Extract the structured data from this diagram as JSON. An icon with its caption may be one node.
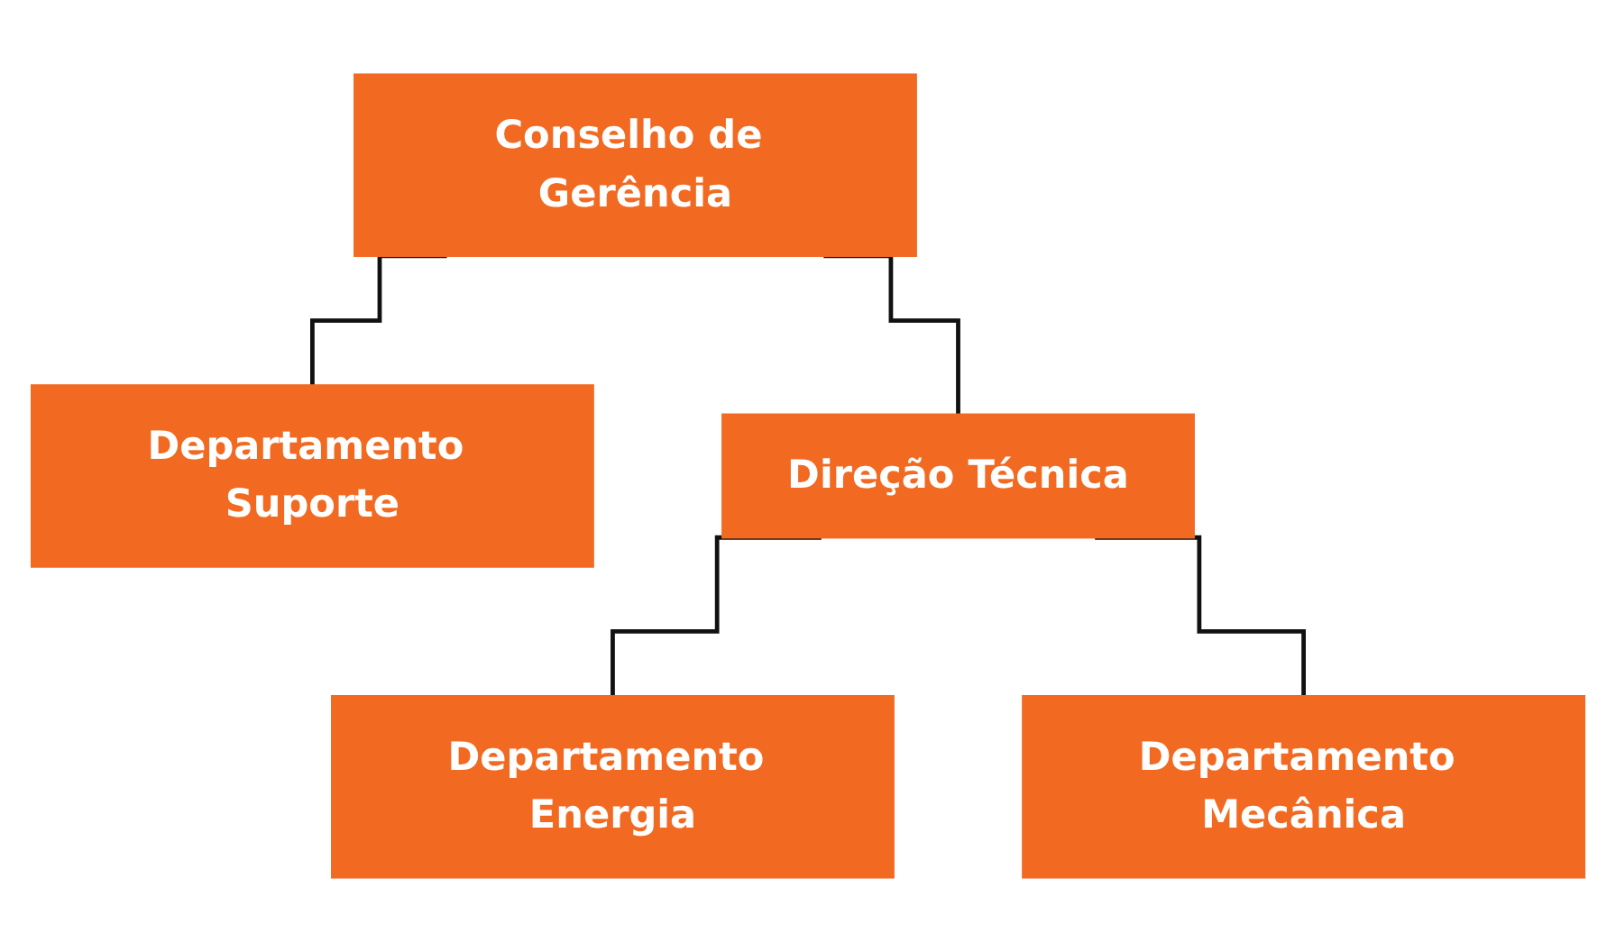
{
  "diagram": {
    "nodes": [
      {
        "text": [
          "Conselho de Gerência"
        ]
      },
      {
        "text": [
          "Departamento Suporte"
        ]
      },
      {
        "text": [
          "Direção Técnica"
        ]
      },
      {
        "text": [
          "Departamento Energia"
        ]
      },
      {
        "text": [
          "Departamento Mecânica"
        ]
      }
    ],
    "edges": [
      {
        "from": 0,
        "to": 1,
        "arrow": "none"
      },
      {
        "from": 0,
        "to": 2,
        "arrow": "none"
      },
      {
        "from": 2,
        "to": 3,
        "arrow": "none"
      },
      {
        "from": 2,
        "to": 4,
        "arrow": "none"
      }
    ]
  }
}
